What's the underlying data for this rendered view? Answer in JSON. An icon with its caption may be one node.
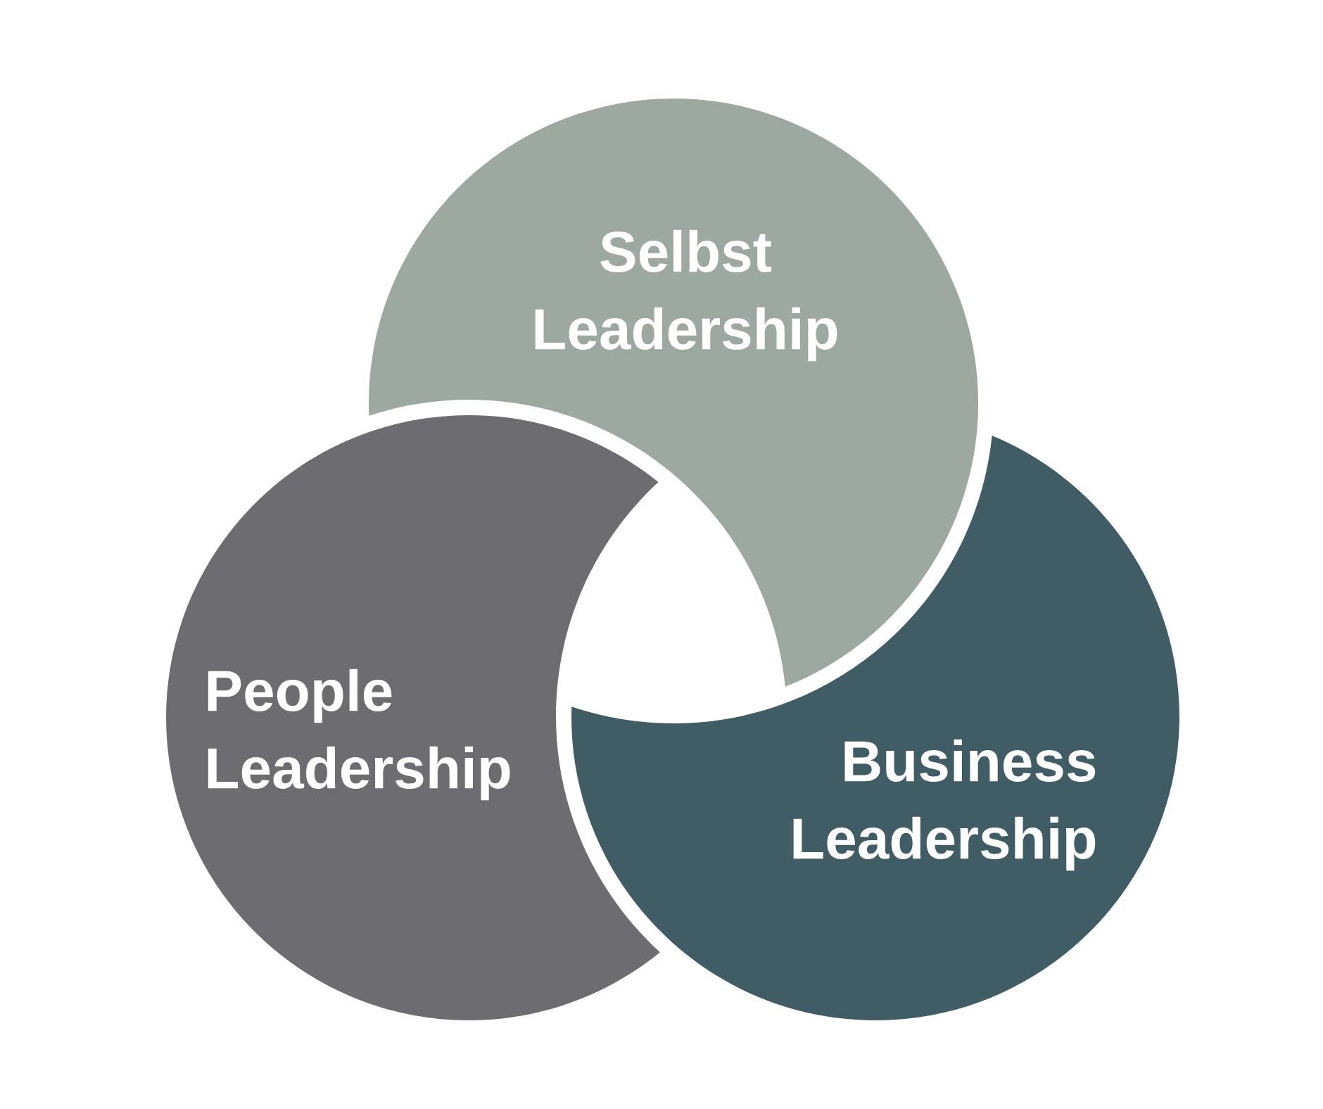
{
  "diagram": {
    "nodes": [
      {
        "text": [
          "Selbst Leadership"
        ]
      },
      {
        "text": [
          "People Leadership"
        ]
      },
      {
        "text": [
          "Business Leadership"
        ]
      }
    ]
  }
}
